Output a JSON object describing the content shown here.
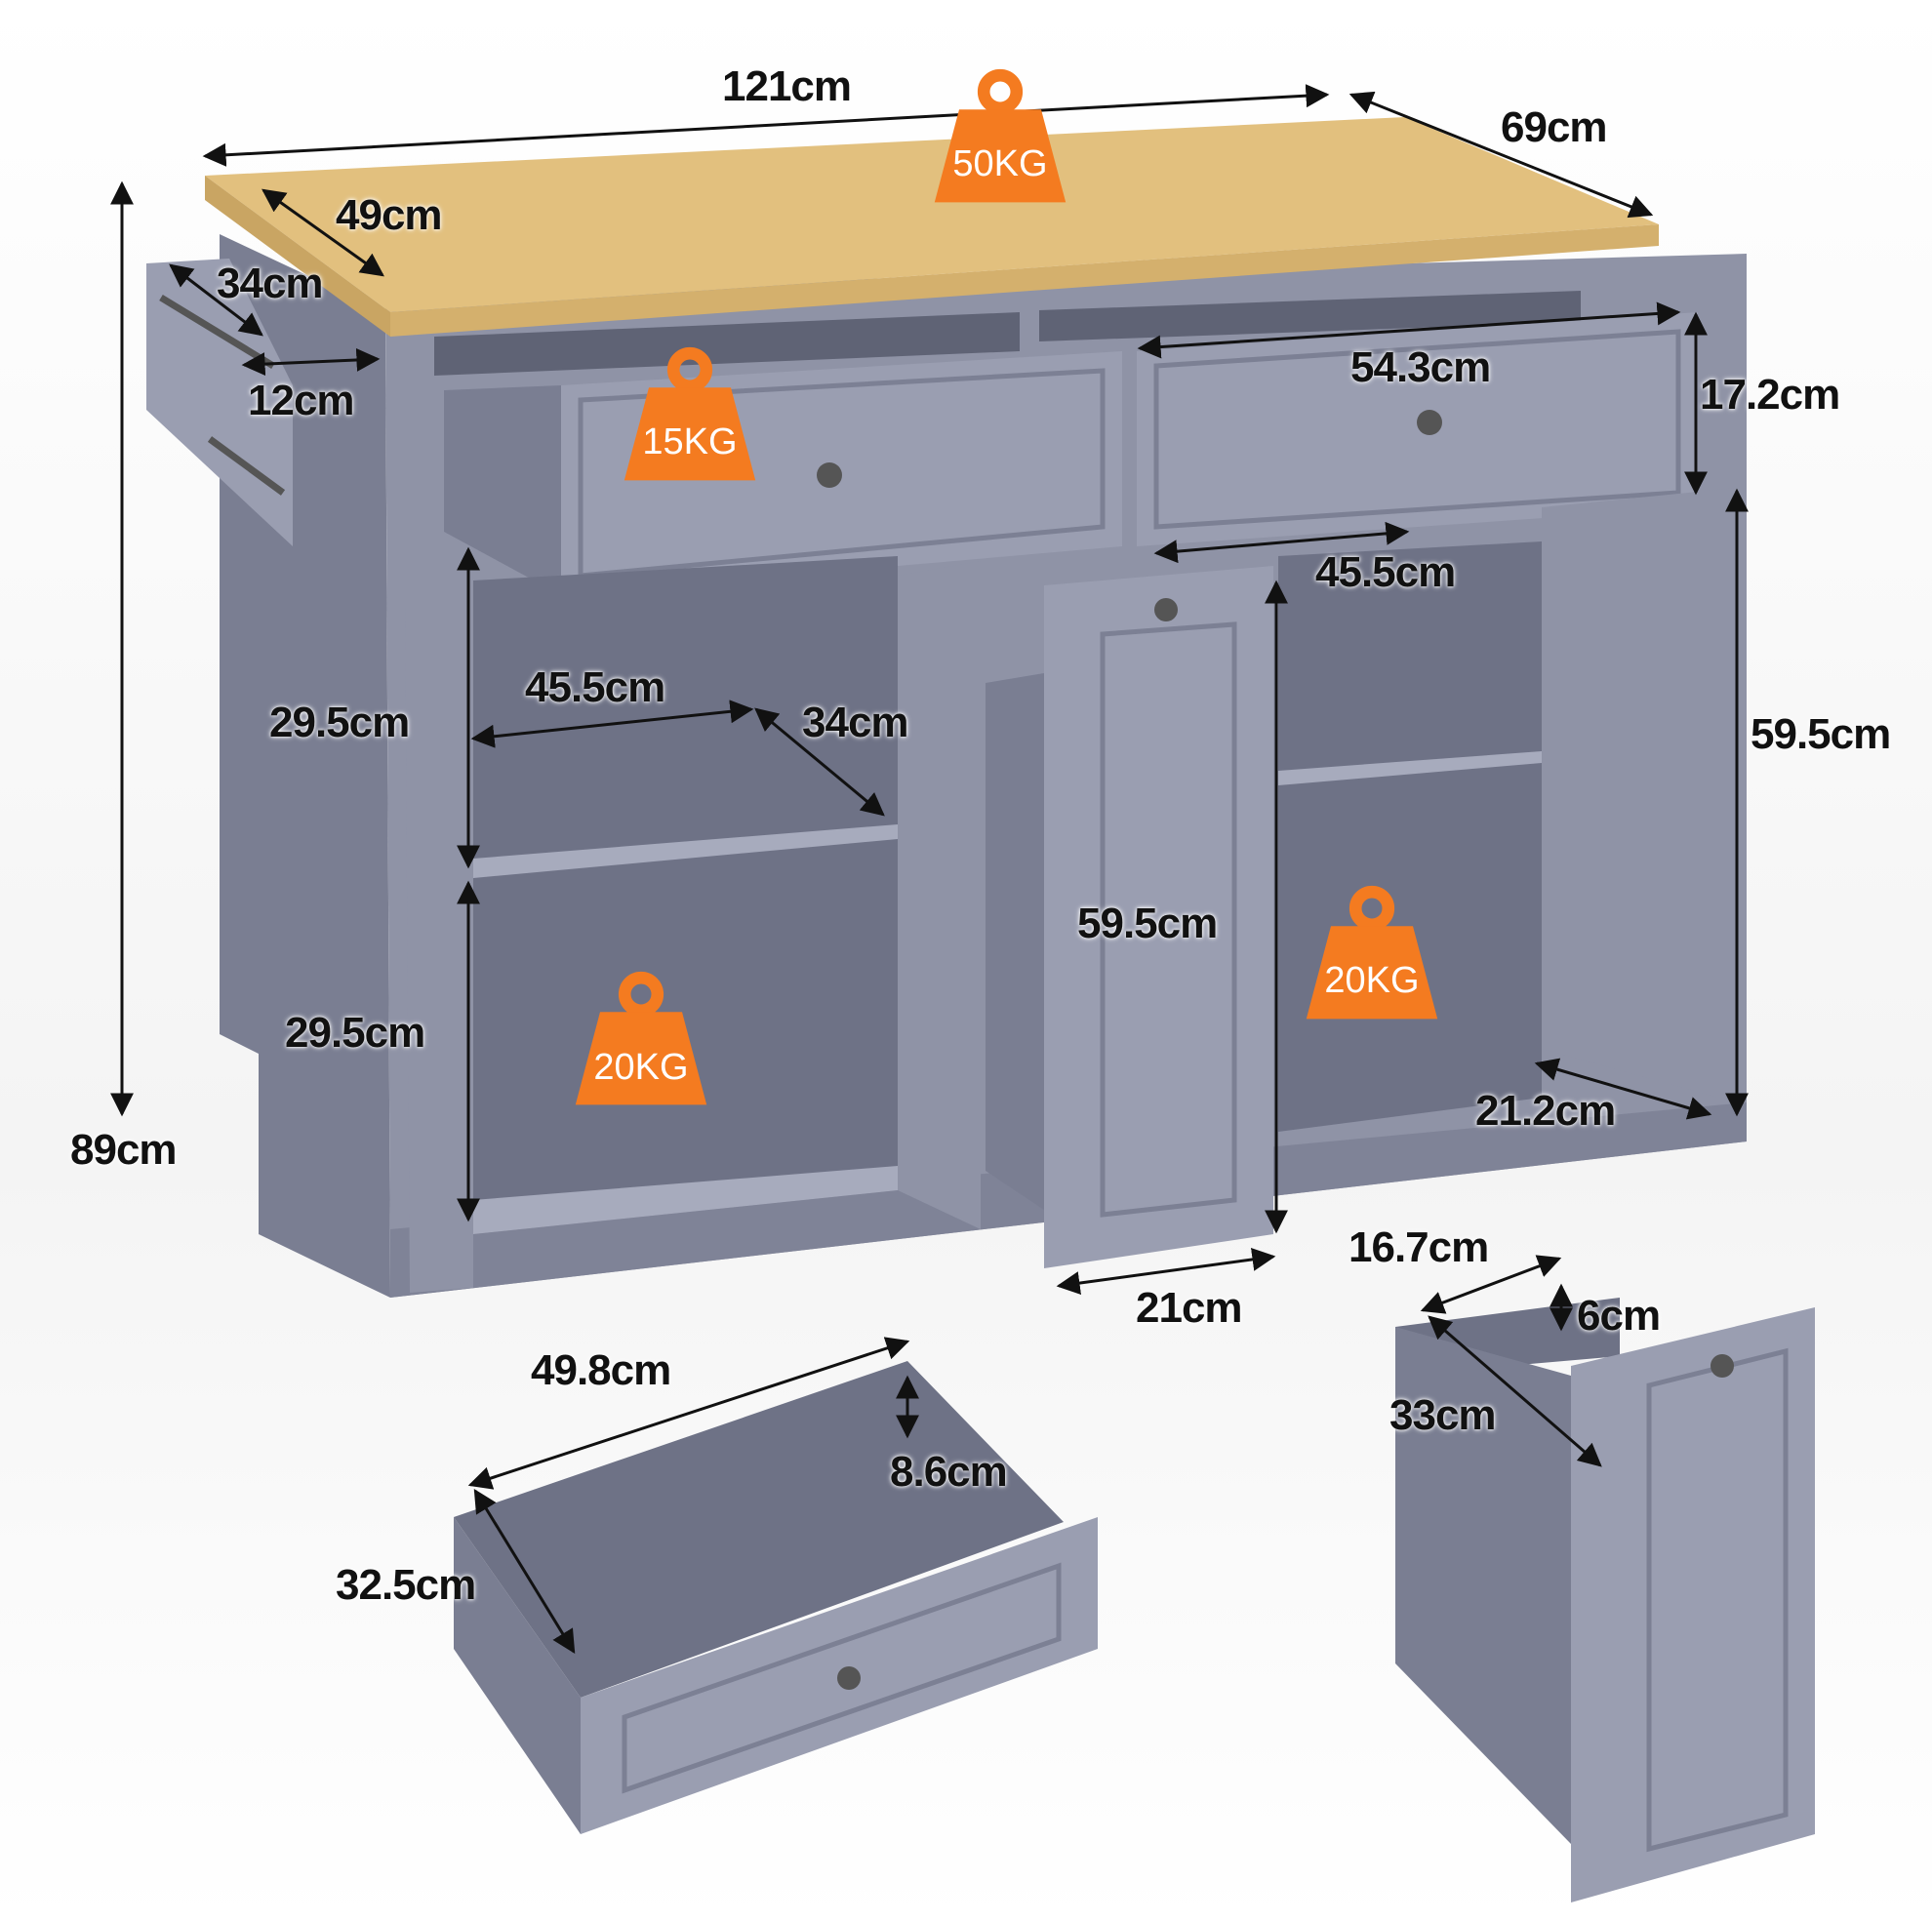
{
  "dimensions": {
    "top_width": "121cm",
    "top_depth": "69cm",
    "top_load": "50KG",
    "side_rack_length": "49cm",
    "side_rack_inner": "34cm",
    "side_rack_depth": "12cm",
    "drawer_width": "54.3cm",
    "drawer_height": "17.2cm",
    "drawer_load": "15KG",
    "shelf_width_right": "45.5cm",
    "shelf_width_left": "45.5cm",
    "shelf_depth_left": "34cm",
    "upper_compartment_height": "29.5cm",
    "lower_compartment_height": "29.5cm",
    "cabinet_load_left": "20KG",
    "cabinet_load_right": "20KG",
    "pullout_height": "59.5cm",
    "cabinet_height_right": "59.5cm",
    "door_depth_right": "21.2cm",
    "pullout_width": "21cm",
    "total_height": "89cm",
    "drawer_detail_width": "49.8cm",
    "drawer_detail_height": "8.6cm",
    "drawer_detail_depth": "32.5cm",
    "pullout_detail_width": "16.7cm",
    "pullout_detail_height": "6cm",
    "pullout_detail_depth": "33cm"
  },
  "colors": {
    "cabinet": "#8f93a6",
    "cabinet_dark": "#6e7286",
    "cabinet_light": "#a7abbd",
    "countertop": "#e2c07e",
    "weight_badge": "#f47b20"
  },
  "icons": {
    "weight": "weight-icon",
    "knob": "knob-icon"
  }
}
